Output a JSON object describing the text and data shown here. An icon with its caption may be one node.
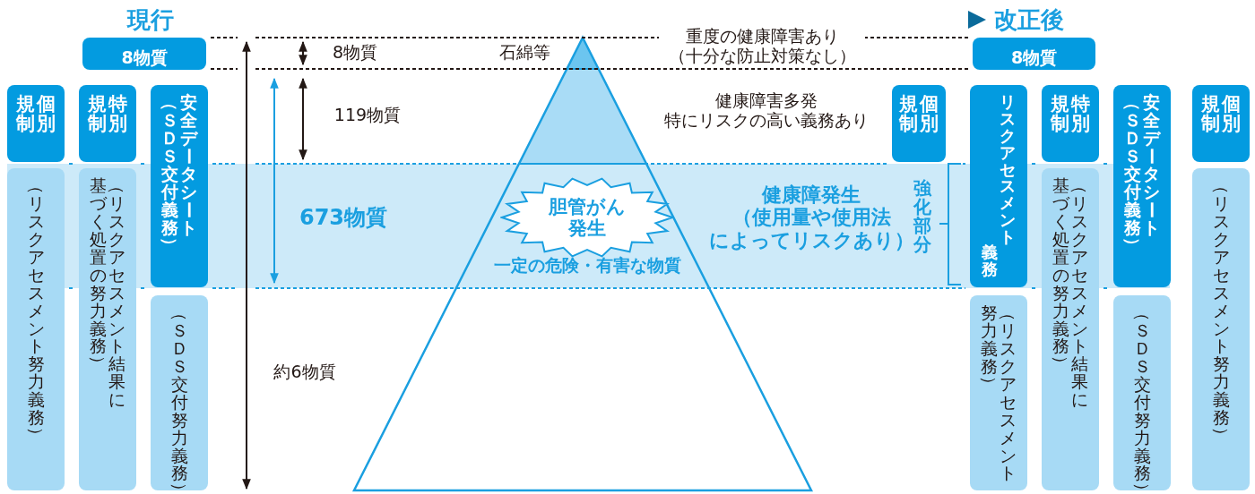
{
  "diagram": {
    "nodes": [
      {
        "text": [
          "現行"
        ]
      },
      {
        "text": [
          "改正後"
        ]
      },
      {
        "text": [
          "8物質"
        ]
      },
      {
        "text": [
          "8物質"
        ]
      },
      {
        "text": [
          "個別規制"
        ]
      },
      {
        "text": [
          "特別規制"
        ]
      },
      {
        "text": [
          "安全データシート",
          "（ＳＤＳ交付義務）"
        ]
      },
      {
        "text": [
          "（リスクアセスメント努力義務）"
        ]
      },
      {
        "text": [
          "（リスクアセスメント結果に",
          "基づく処置の努力義務）"
        ]
      },
      {
        "text": [
          "（ＳＤＳ交付努力義務）"
        ]
      },
      {
        "text": [
          "胆管がん発生"
        ]
      },
      {
        "text": [
          "個別規制"
        ]
      },
      {
        "text": [
          "リスクアセスメント",
          "義務"
        ]
      },
      {
        "text": [
          "特別規制"
        ]
      },
      {
        "text": [
          "安全データシート",
          "（ＳＤＳ交付義務）"
        ]
      },
      {
        "text": [
          "個別規制"
        ]
      },
      {
        "text": [
          "（リスクアセスメント",
          "努力義務）"
        ]
      },
      {
        "text": [
          "（リスクアセスメント結果に",
          "基づく処置の努力義務）"
        ]
      },
      {
        "text": [
          "（ＳＤＳ交付努力義務）"
        ]
      },
      {
        "text": [
          "（リスクアセスメント努力義務）"
        ]
      }
    ],
    "edges": [
      {
        "from": 0,
        "to": 1,
        "arrow": "to"
      }
    ],
    "labels": [
      "8物質",
      "石綿等",
      "重度の健康障害あり（十分な防止対策なし）",
      "119物質",
      "健康障害多発特にリスクの高い義務あり",
      "673物質",
      "健康障発生（使用量や使用法によってリスクあり）",
      "強化部分",
      "一定の危険・有害な物質",
      "約6物質"
    ]
  }
}
